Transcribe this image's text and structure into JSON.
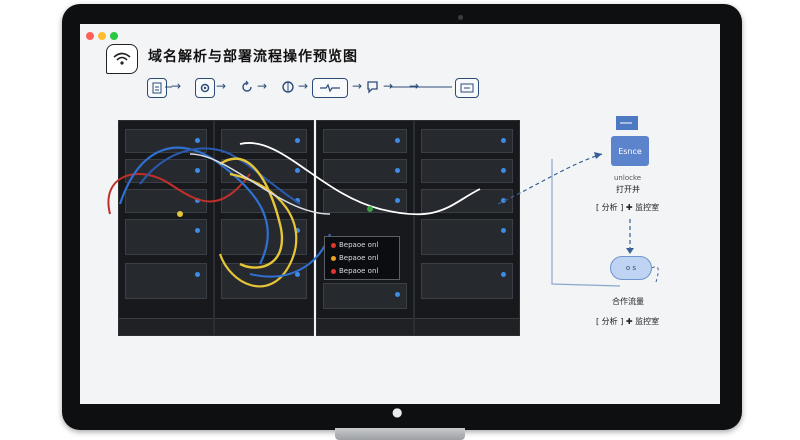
{
  "window": {
    "title": "域名解析与部署流程操作预览图",
    "traffic_colors": [
      "#ff5f57",
      "#febc2e",
      "#28c840"
    ]
  },
  "flow": {
    "top_node_label": "Esnce",
    "top_node_caption": "unlocke",
    "top_node_caption2": "打开并",
    "top_node_status": "[ 分析 ] ✚ 监控室",
    "bottom_node_label": "o s",
    "bottom_node_caption": "合作流量",
    "bottom_node_status": "[ 分析 ] ✚ 监控室"
  },
  "status_panel": {
    "lines": [
      {
        "text": "Bepaoe onl",
        "color": "#e0352b"
      },
      {
        "text": "Bepaoe onl",
        "color": "#f0a020"
      },
      {
        "text": "Bepaoe onl",
        "color": "#e0352b"
      }
    ]
  },
  "steps": [
    "doc-icon",
    "gear-icon",
    "refresh-icon",
    "network-icon",
    "pulse-icon",
    "chat-icon",
    "terminal-icon"
  ],
  "colors": {
    "accent": "#2c4c78",
    "cable_yellow": "#e6c638",
    "cable_blue": "#3070d0",
    "cable_red": "#c0302a"
  }
}
